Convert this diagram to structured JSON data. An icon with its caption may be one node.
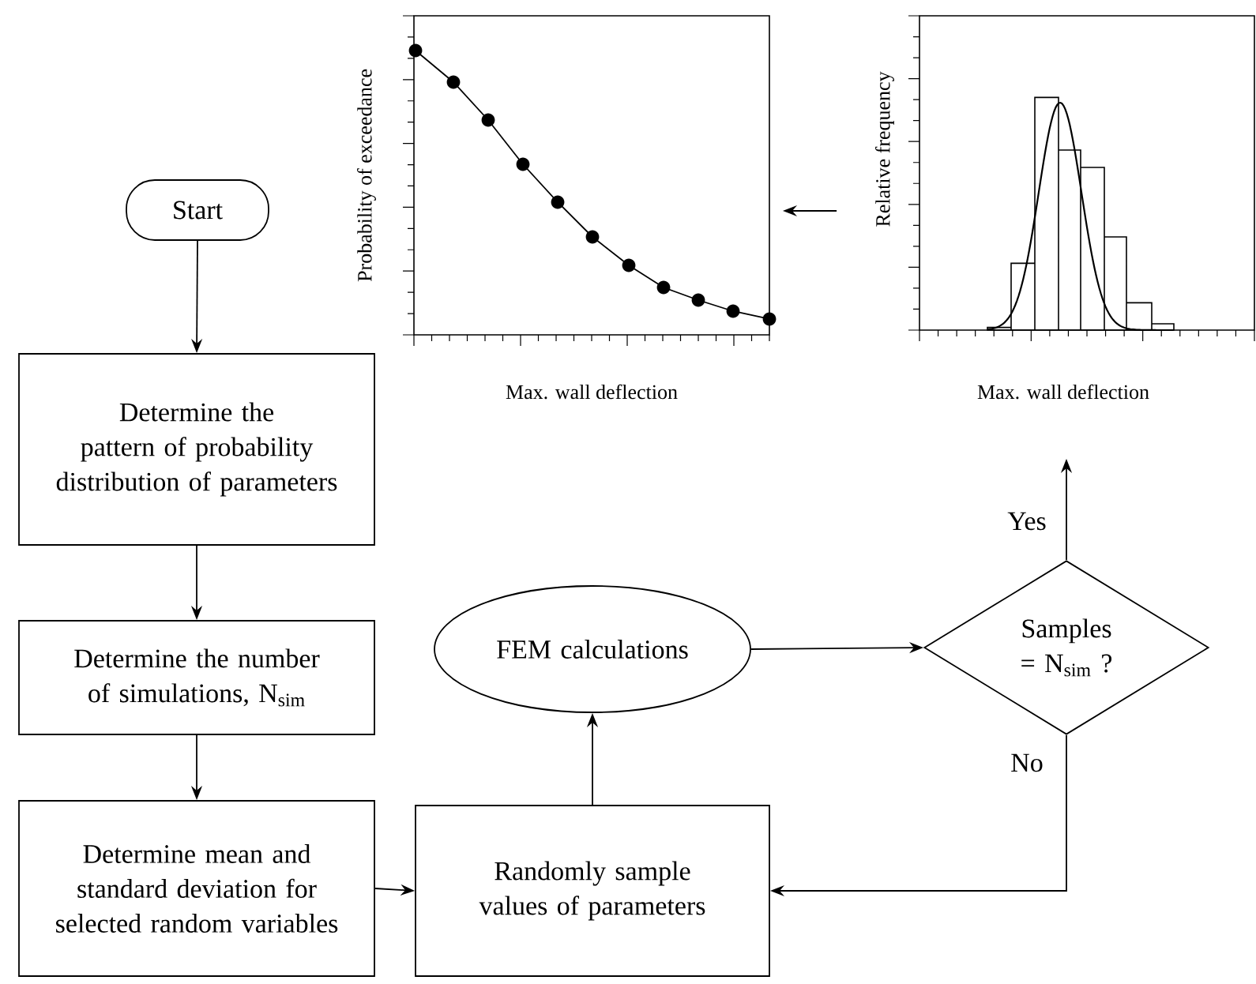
{
  "diagram": {
    "nodes": [
      {
        "text": [
          "Start"
        ]
      },
      {
        "text": [
          "Determine the pattern of probability distribution of parameters"
        ]
      },
      {
        "text": [
          "Determine the number of simulations, N$_{sim}$"
        ]
      },
      {
        "text": [
          "Determine mean and standard deviation for selected random variables"
        ]
      },
      {
        "text": [
          "Randomly sample values of parameters"
        ]
      },
      {
        "text": [
          "FEM calculations"
        ]
      },
      {
        "text": [
          "Samples = N$_{sim}$ ?"
        ]
      },
      {
        "text": [
          "Relative frequency",
          "Max. wall deflection"
        ]
      },
      {
        "text": [
          "Probability of exceedance",
          "Max. wall deflection"
        ]
      }
    ],
    "edges": [
      {
        "from": 0,
        "to": 1,
        "arrow": "to"
      },
      {
        "from": 1,
        "to": 2,
        "arrow": "to"
      },
      {
        "from": 2,
        "to": 3,
        "arrow": "to"
      },
      {
        "from": 3,
        "to": 4,
        "arrow": "to"
      },
      {
        "from": 4,
        "to": 5,
        "arrow": "to"
      },
      {
        "from": 5,
        "to": 6,
        "arrow": "to"
      },
      {
        "from": 6,
        "to": 4,
        "arrow": "to",
        "label": "No"
      },
      {
        "from": 6,
        "to": 7,
        "arrow": "to",
        "label": "Yes"
      },
      {
        "from": 7,
        "to": 8,
        "arrow": "to"
      }
    ]
  }
}
